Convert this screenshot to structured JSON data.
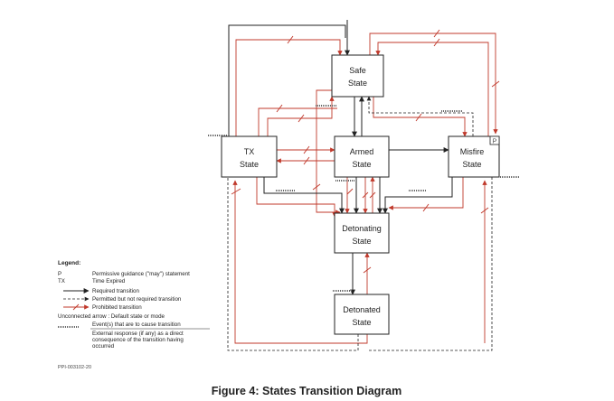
{
  "states": {
    "safe": [
      "Safe",
      "State"
    ],
    "tx": [
      "TX",
      "State"
    ],
    "armed": [
      "Armed",
      "State"
    ],
    "misfire": [
      "Misfire",
      "State"
    ],
    "detonating": [
      "Detonating",
      "State"
    ],
    "detonated": [
      "Detonated",
      "State"
    ]
  },
  "misfire_flag": "P",
  "legend": {
    "heading": "Legend:",
    "items": [
      {
        "key": "P",
        "text": "Permissive guidance (\"may\") statement"
      },
      {
        "key": "TX",
        "text": "Time Expired"
      },
      {
        "key": "",
        "text": "Required transition"
      },
      {
        "key": "",
        "text": "Permitted but not required transition"
      },
      {
        "key": "",
        "text": "Prohibited transition"
      }
    ],
    "unconnected": "Unconnected arrow : Default state or mode",
    "event_label": "Event(s) that are to cause transition",
    "response_lines": [
      "External response (if any) as a direct",
      "consequence of the transition having",
      "occurred"
    ]
  },
  "doc_id": "PPI-003102-20",
  "caption": "Figure 4: States Transition Diagram",
  "colors": {
    "prohibited": "#c0392b",
    "required": "#222222"
  }
}
